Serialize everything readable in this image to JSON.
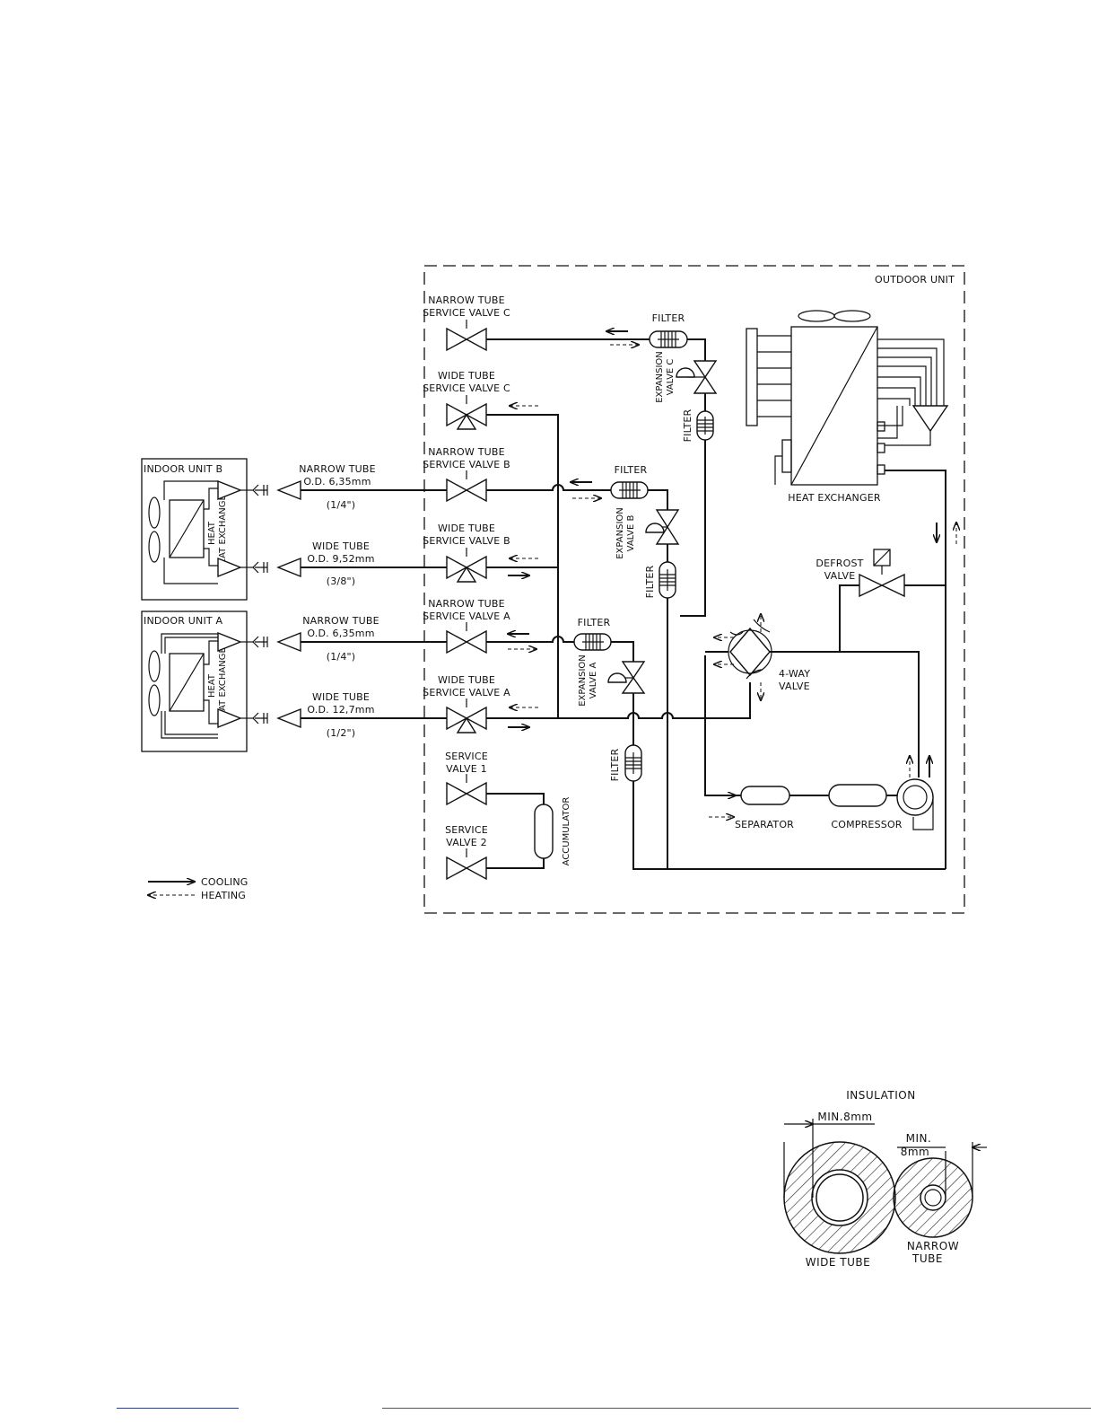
{
  "colors": {
    "line": "#111111",
    "background": "#ffffff",
    "footer_link": "#1a3fb5"
  },
  "outdoor": {
    "title": "OUTDOOR UNIT"
  },
  "indoor_b": {
    "title": "INDOOR UNIT B",
    "hx": "HEAT EXCHANGER"
  },
  "indoor_a": {
    "title": "INDOOR UNIT A",
    "hx": "HEAT EXCHANGER"
  },
  "tubes": {
    "b_narrow": {
      "name": "NARROW TUBE",
      "od": "O.D. 6,35mm",
      "inch": "(1/4\")"
    },
    "b_wide": {
      "name": "WIDE TUBE",
      "od": "O.D. 9,52mm",
      "inch": "(3/8\")"
    },
    "a_narrow": {
      "name": "NARROW TUBE",
      "od": "O.D. 6,35mm",
      "inch": "(1/4\")"
    },
    "a_wide": {
      "name": "WIDE TUBE",
      "od": "O.D. 12,7mm",
      "inch": "(1/2\")"
    }
  },
  "valves": {
    "nc": {
      "l1": "NARROW TUBE",
      "l2": "SERVICE VALVE C"
    },
    "wc": {
      "l1": "WIDE TUBE",
      "l2": "SERVICE VALVE C"
    },
    "nb": {
      "l1": "NARROW TUBE",
      "l2": "SERVICE VALVE B"
    },
    "wb": {
      "l1": "WIDE TUBE",
      "l2": "SERVICE VALVE B"
    },
    "na": {
      "l1": "NARROW TUBE",
      "l2": "SERVICE VALVE A"
    },
    "wa": {
      "l1": "WIDE TUBE",
      "l2": "SERVICE VALVE A"
    },
    "s1": {
      "l1": "SERVICE",
      "l2": "VALVE 1"
    },
    "s2": {
      "l1": "SERVICE",
      "l2": "VALVE 2"
    }
  },
  "components": {
    "filter": "FILTER",
    "exp_c": [
      "EXPANSION",
      "VALVE C"
    ],
    "exp_b": [
      "EXPANSION",
      "VALVE B"
    ],
    "exp_a": [
      "EXPANSION",
      "VALVE A"
    ],
    "heat_exchanger": "HEAT EXCHANGER",
    "defrost": [
      "DEFROST",
      "VALVE"
    ],
    "four_way": [
      "4-WAY",
      "VALVE"
    ],
    "separator": "SEPARATOR",
    "compressor": "COMPRESSOR",
    "accumulator": "ACCUMULATOR"
  },
  "legend": {
    "cooling": "COOLING",
    "heating": "HEATING"
  },
  "insulation": {
    "title": "INSULATION",
    "min_wide": "MIN.8mm",
    "min_narrow_1": "MIN.",
    "min_narrow_2": "8mm",
    "wide": "WIDE TUBE",
    "narrow_1": "NARROW",
    "narrow_2": "TUBE"
  }
}
